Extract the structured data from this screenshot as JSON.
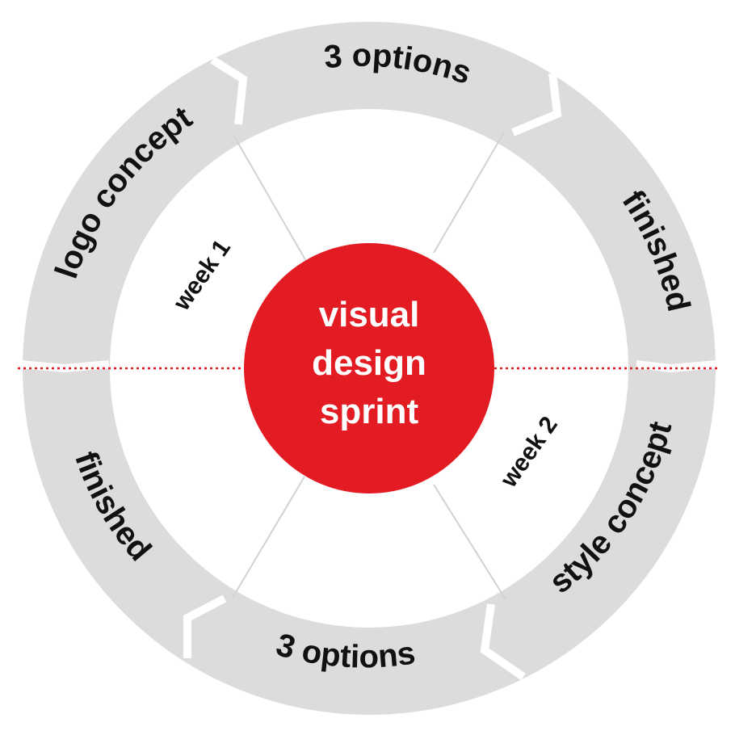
{
  "colors": {
    "ring": "#dcdcdd",
    "ring_gap": "#ffffff",
    "center": "#e31b23",
    "center_text": "#ffffff",
    "text": "#111111",
    "spoke": "#d2d2d2",
    "divider": "#e31b23"
  },
  "center": {
    "lines": [
      "visual",
      "design",
      "sprint"
    ]
  },
  "weeks": [
    {
      "label": "week 1"
    },
    {
      "label": "week 2"
    }
  ],
  "segments": [
    {
      "label": "logo concept"
    },
    {
      "label": "3 options"
    },
    {
      "label": "finished"
    },
    {
      "label": "style concept"
    },
    {
      "label": "3 options"
    },
    {
      "label": "finished"
    }
  ]
}
